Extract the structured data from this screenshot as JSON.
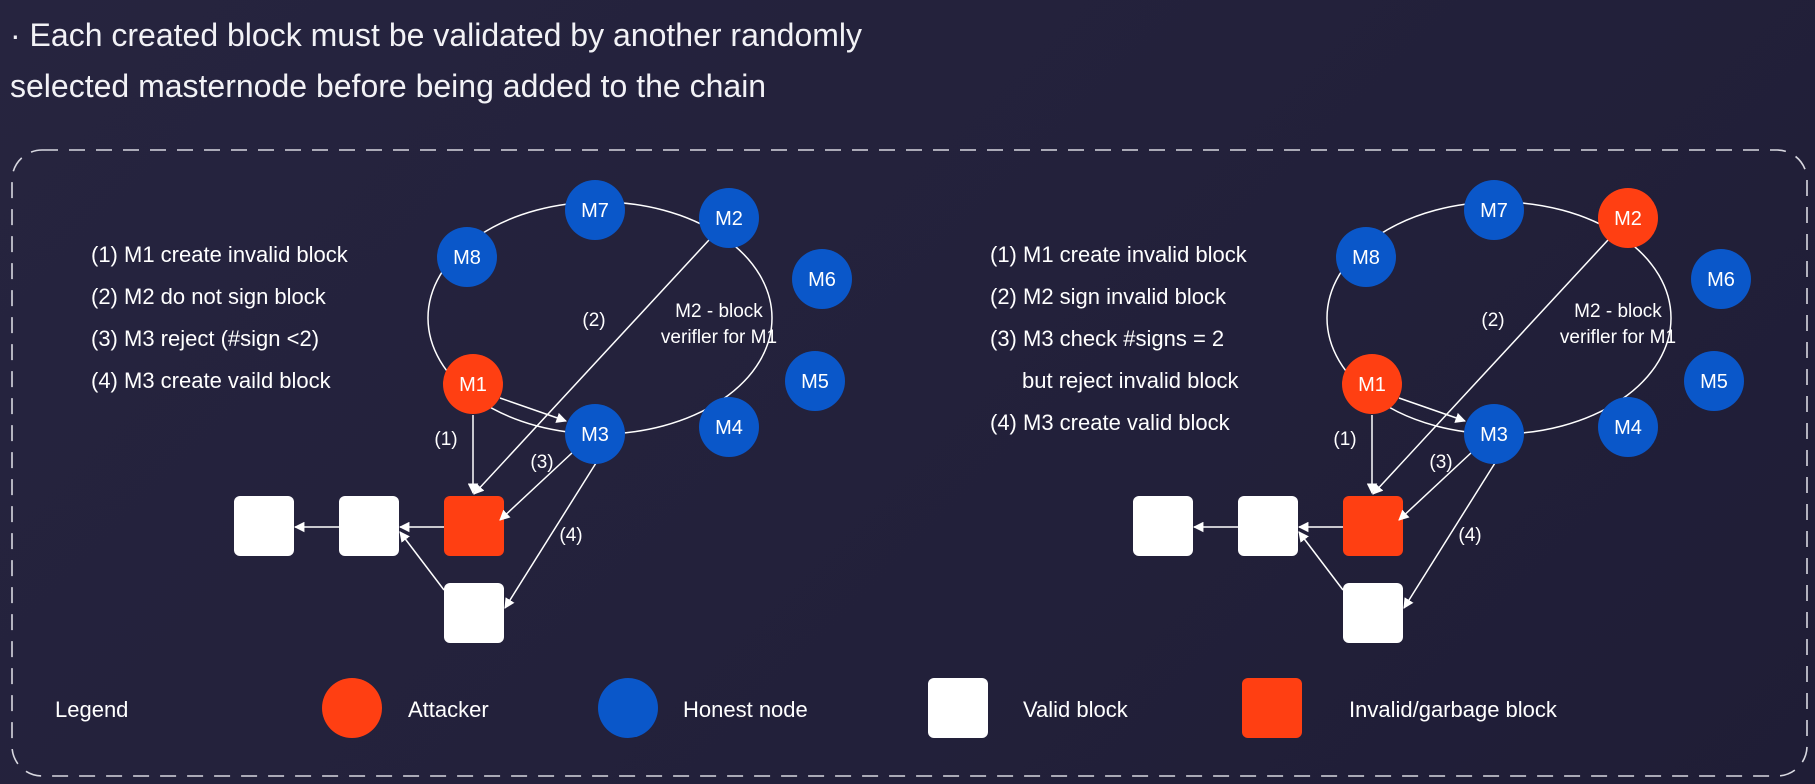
{
  "heading": {
    "line1": "· Each created block must be validated by another randomly",
    "line2": "selected masternode before being added to the chain"
  },
  "colors": {
    "attacker": "#ff3f12",
    "honest": "#0a57c9",
    "valid_block": "#ffffff",
    "invalid_block": "#ff3f12",
    "background": "#24223d"
  },
  "left": {
    "steps": [
      "(1) M1 create invalid block",
      "(2) M2 do not sign block",
      "(3) M3 reject (#sign <2)",
      "(4) M3 create vaild block"
    ],
    "verifier_label": [
      "M2 - block",
      "verifler for M1"
    ],
    "nodes": [
      "M1",
      "M2",
      "M3",
      "M4",
      "M5",
      "M6",
      "M7",
      "M8"
    ],
    "attackers": [
      "M1"
    ],
    "edge_labels": [
      "(1)",
      "(2)",
      "(3)",
      "(4)"
    ]
  },
  "right": {
    "steps": [
      "(1) M1 create invalid block",
      "(2) M2 sign invalid block",
      "(3) M3 check #signs = 2",
      "but reject invalid block",
      "(4) M3 create valid block"
    ],
    "verifier_label": [
      "M2 - block",
      "verifler for M1"
    ],
    "nodes": [
      "M1",
      "M2",
      "M3",
      "M4",
      "M5",
      "M6",
      "M7",
      "M8"
    ],
    "attackers": [
      "M1",
      "M2"
    ],
    "edge_labels": [
      "(1)",
      "(2)",
      "(3)",
      "(4)"
    ]
  },
  "legend": {
    "title": "Legend",
    "items": [
      {
        "label": "Attacker",
        "kind": "attacker"
      },
      {
        "label": "Honest node",
        "kind": "honest"
      },
      {
        "label": "Valid block",
        "kind": "valid_block"
      },
      {
        "label": "Invalid/garbage block",
        "kind": "invalid_block"
      }
    ]
  }
}
